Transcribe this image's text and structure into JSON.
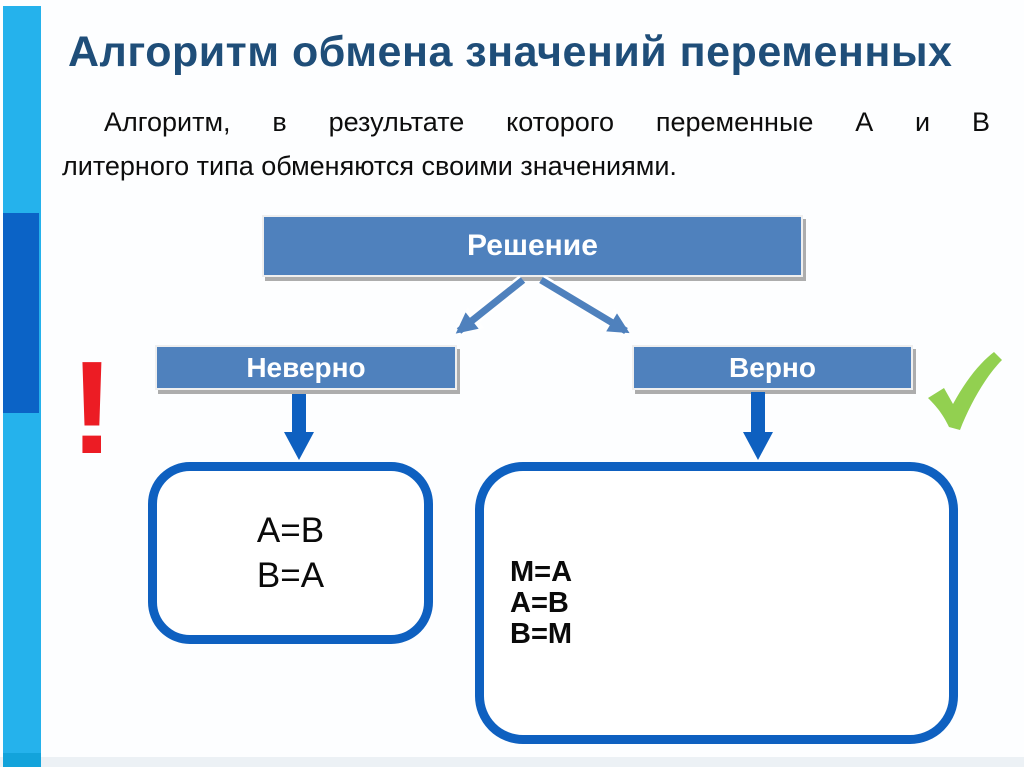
{
  "slide": {
    "title": "Алгоритм обмена значений переменных",
    "paragraph": {
      "line1": "Алгоритм, в результате которого переменные А и В",
      "line2": "литерного типа обменяются своими значениями."
    },
    "diagram": {
      "root_label": "Решение",
      "wrong_label": "Неверно",
      "right_label": "Верно",
      "wrong_mark": "!",
      "wrong_code": [
        "А=В",
        "В=А"
      ],
      "right_code": [
        "M=A",
        "A=B",
        "B=M"
      ]
    },
    "colors": {
      "box_fill": "#4F81BD",
      "strong_blue": "#0E60C0",
      "sidebar_light": "#25B2EC",
      "sidebar_dark": "#0B63C6",
      "title_blue": "#1F4E79",
      "error_red": "#EC1C24",
      "success_green": "#92D050"
    }
  }
}
